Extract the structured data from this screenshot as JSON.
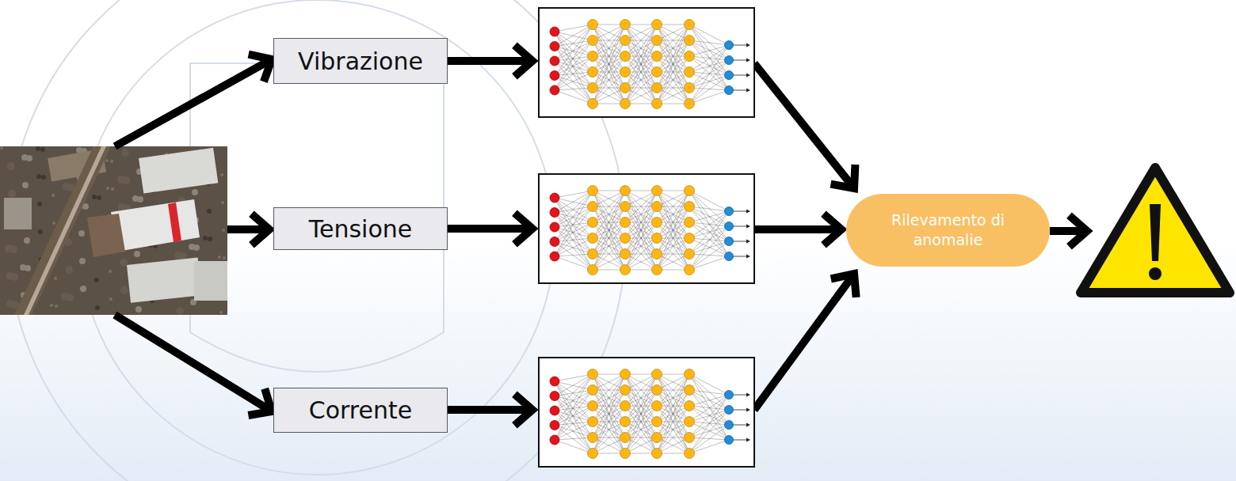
{
  "diagram": {
    "nodes": [
      {
        "text": [
          "Vibrazione"
        ]
      },
      {
        "text": [
          "Tensione"
        ]
      },
      {
        "text": [
          "Corrente"
        ]
      },
      {
        "text": [
          "Rilevamento di anomalie"
        ]
      }
    ]
  }
}
